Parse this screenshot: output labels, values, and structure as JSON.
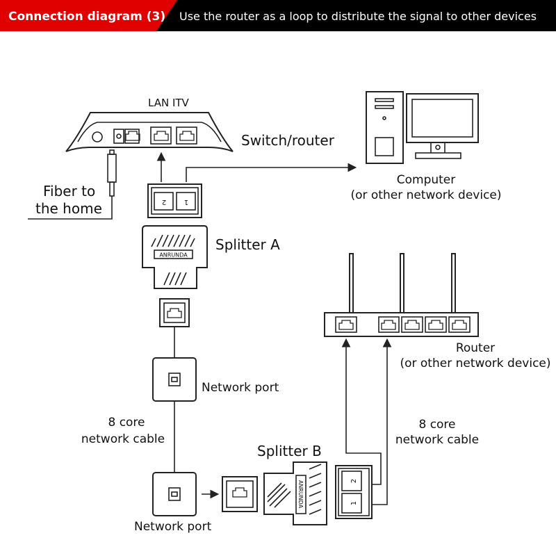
{
  "header": {
    "title": "Connection diagram (3)",
    "subtitle": "Use the router as a loop to distribute the signal to other devices",
    "accent_color": "#e00000",
    "bar_color": "#000000"
  },
  "modem": {
    "port_labels": "LAN  ITV",
    "label": "Switch/router"
  },
  "fiber": {
    "line1": "Fiber to",
    "line2": "the home"
  },
  "computer": {
    "line1": "Computer",
    "line2": "(or other network device)"
  },
  "splitter_a": {
    "label": "Splitter A",
    "brand": "ANRUNDA",
    "port1": "1",
    "port2": "2"
  },
  "network_port_1": {
    "label": "Network port"
  },
  "network_port_2": {
    "label": "Network port"
  },
  "cable_left": {
    "line1": "8 core",
    "line2": "network cable"
  },
  "cable_right": {
    "line1": "8 core",
    "line2": "network cable"
  },
  "splitter_b": {
    "label": "Splitter B",
    "brand": "ANRUNDA",
    "port1": "1",
    "port2": "2"
  },
  "router": {
    "line1": "Router",
    "line2": "(or other network device)"
  }
}
